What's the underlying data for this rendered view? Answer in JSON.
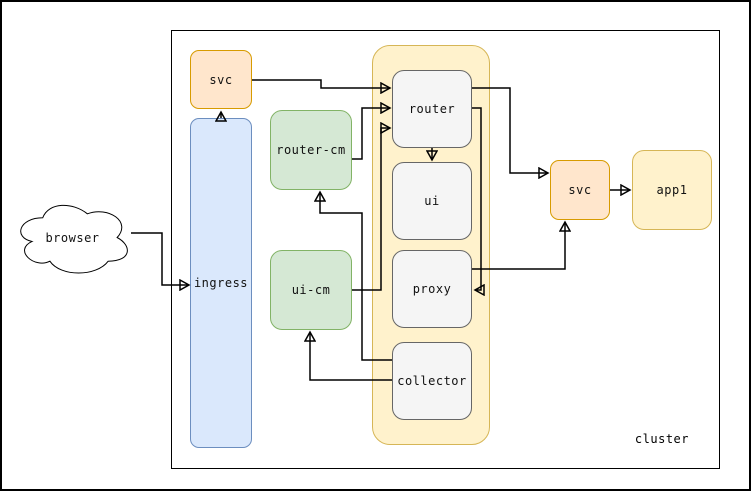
{
  "cluster": {
    "label": "cluster"
  },
  "nodes": {
    "browser": {
      "label": "browser"
    },
    "svc_left": {
      "label": "svc"
    },
    "ingress": {
      "label": "ingress"
    },
    "router_cm": {
      "label": "router-cm"
    },
    "ui_cm": {
      "label": "ui-cm"
    },
    "router": {
      "label": "router"
    },
    "ui": {
      "label": "ui"
    },
    "proxy": {
      "label": "proxy"
    },
    "collector": {
      "label": "collector"
    },
    "svc_right": {
      "label": "svc"
    },
    "app1": {
      "label": "app1"
    }
  },
  "edges": [
    {
      "from": "browser",
      "to": "ingress"
    },
    {
      "from": "ingress",
      "to": "svc_left"
    },
    {
      "from": "svc_left",
      "to": "router"
    },
    {
      "from": "router_cm",
      "to": "router"
    },
    {
      "from": "ui_cm",
      "to": "router"
    },
    {
      "from": "router",
      "to": "ui"
    },
    {
      "from": "router",
      "to": "svc_right"
    },
    {
      "from": "router",
      "to": "proxy"
    },
    {
      "from": "proxy",
      "to": "svc_right"
    },
    {
      "from": "svc_right",
      "to": "app1"
    },
    {
      "from": "collector",
      "to": "router_cm"
    },
    {
      "from": "collector",
      "to": "ui_cm"
    }
  ],
  "colors": {
    "orange_fill": "#FFE6CC",
    "orange_stroke": "#D79B00",
    "blue_fill": "#DAE8FC",
    "blue_stroke": "#6C8EBF",
    "green_fill": "#D5E8D4",
    "green_stroke": "#82B366",
    "yellow_fill": "#FFF2CC",
    "yellow_stroke": "#D6B656",
    "gray_fill": "#F5F5F5",
    "gray_stroke": "#666666",
    "line": "#000000"
  }
}
